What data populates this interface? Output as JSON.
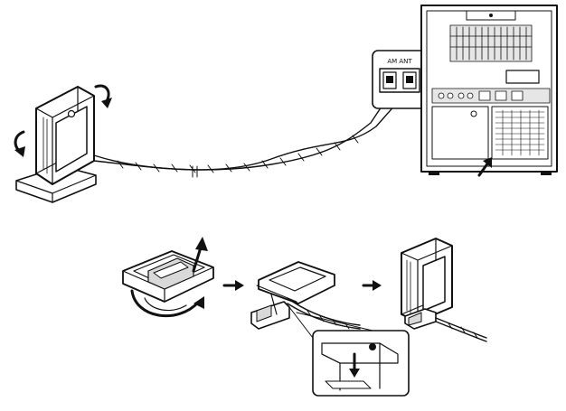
{
  "diagram": {
    "connector_label": "AM ANT",
    "colors": {
      "stroke": "#111111",
      "fill_light": "#ffffff",
      "fill_mid": "#d9d9d9",
      "fill_dark": "#9a9a9a"
    },
    "parts": [
      "loop-antenna",
      "antenna-cable",
      "am-ant-terminal",
      "unit-rear-panel",
      "assembly-step-1",
      "assembly-step-2",
      "assembly-step-3",
      "detail-inset"
    ]
  }
}
